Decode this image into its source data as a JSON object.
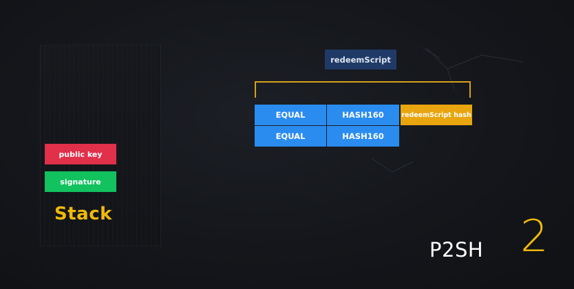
{
  "redeem_script_label": "redeemScript",
  "script_row_1": [
    "EQUAL",
    "HASH160",
    "redeemScript hash"
  ],
  "script_row_2": [
    "EQUAL",
    "HASH160"
  ],
  "stack": {
    "items": [
      "public key",
      "signature"
    ],
    "title": "Stack"
  },
  "footer": {
    "label": "P2SH",
    "step": "2"
  },
  "colors": {
    "blue": "#2b8cf0",
    "gold": "#e8a50f",
    "red": "#e0304a",
    "green": "#12c25e",
    "navy": "#1f3a66",
    "accent": "#f0b90b"
  }
}
